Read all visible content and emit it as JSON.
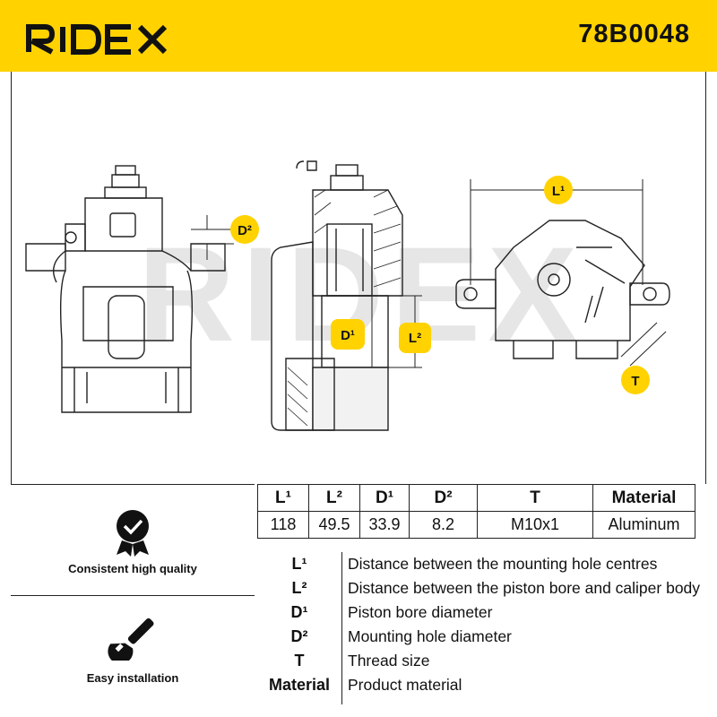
{
  "brand": "RIDEX",
  "part_number": "78B0048",
  "brand_color": "#ffd200",
  "diagram_labels": {
    "d2": "D²",
    "d1": "D¹",
    "l2": "L²",
    "l1": "L¹",
    "t": "T"
  },
  "spec_table": {
    "headers": [
      "L¹",
      "L²",
      "D¹",
      "D²",
      "T",
      "Material"
    ],
    "values": [
      "118",
      "49.5",
      "33.9",
      "8.2",
      "M10x1",
      "Aluminum"
    ]
  },
  "definitions": [
    {
      "symbol": "L¹",
      "text": "Distance between the mounting hole centres"
    },
    {
      "symbol": "L²",
      "text": "Distance between the piston bore and caliper body"
    },
    {
      "symbol": "D¹",
      "text": "Piston bore diameter"
    },
    {
      "symbol": "D²",
      "text": "Mounting hole diameter"
    },
    {
      "symbol": "T",
      "text": "Thread size"
    },
    {
      "symbol": "Material",
      "text": "Product material"
    }
  ],
  "features": [
    {
      "icon": "quality-badge-icon",
      "label": "Consistent high quality"
    },
    {
      "icon": "wrench-icon",
      "label": "Easy installation"
    }
  ]
}
